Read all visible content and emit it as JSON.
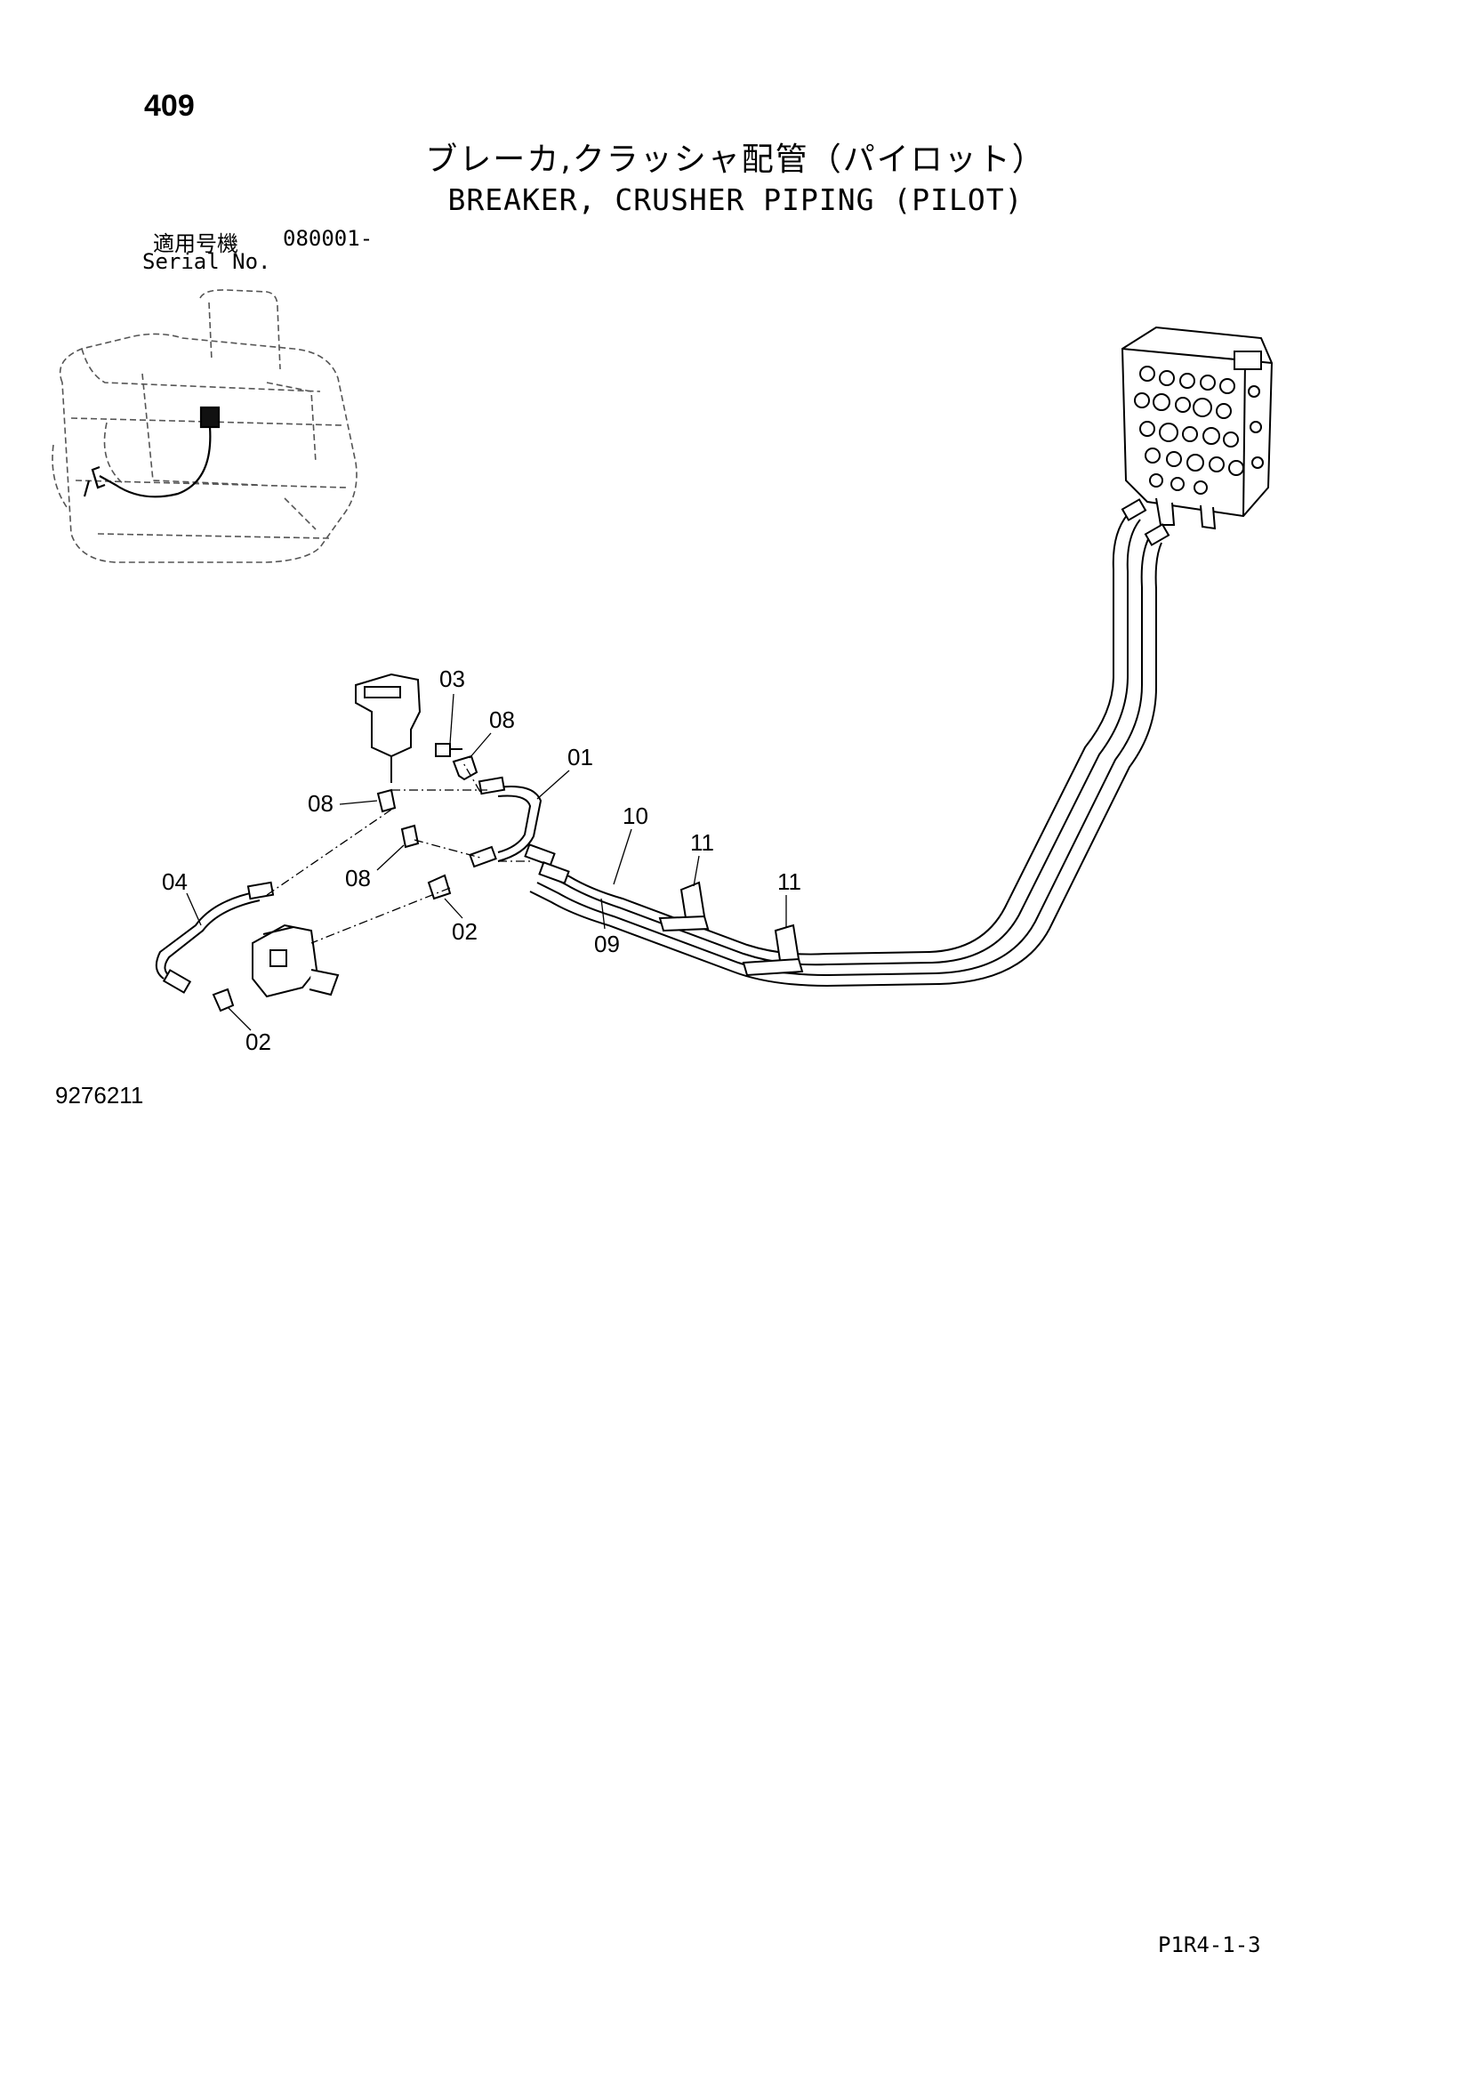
{
  "page_number": "409",
  "title_jp": "ブレーカ,クラッシャ配管（パイロット）",
  "title_en": "BREAKER, CRUSHER PIPING (PILOT)",
  "serial": {
    "label_jp": "適用号機",
    "value": "080001-",
    "label_en": "Serial No."
  },
  "callouts": [
    "03",
    "08",
    "01",
    "08",
    "10",
    "11",
    "11",
    "04",
    "08",
    "02",
    "09",
    "02"
  ],
  "figure_number": "9276211",
  "page_code": "P1R4-1-3"
}
